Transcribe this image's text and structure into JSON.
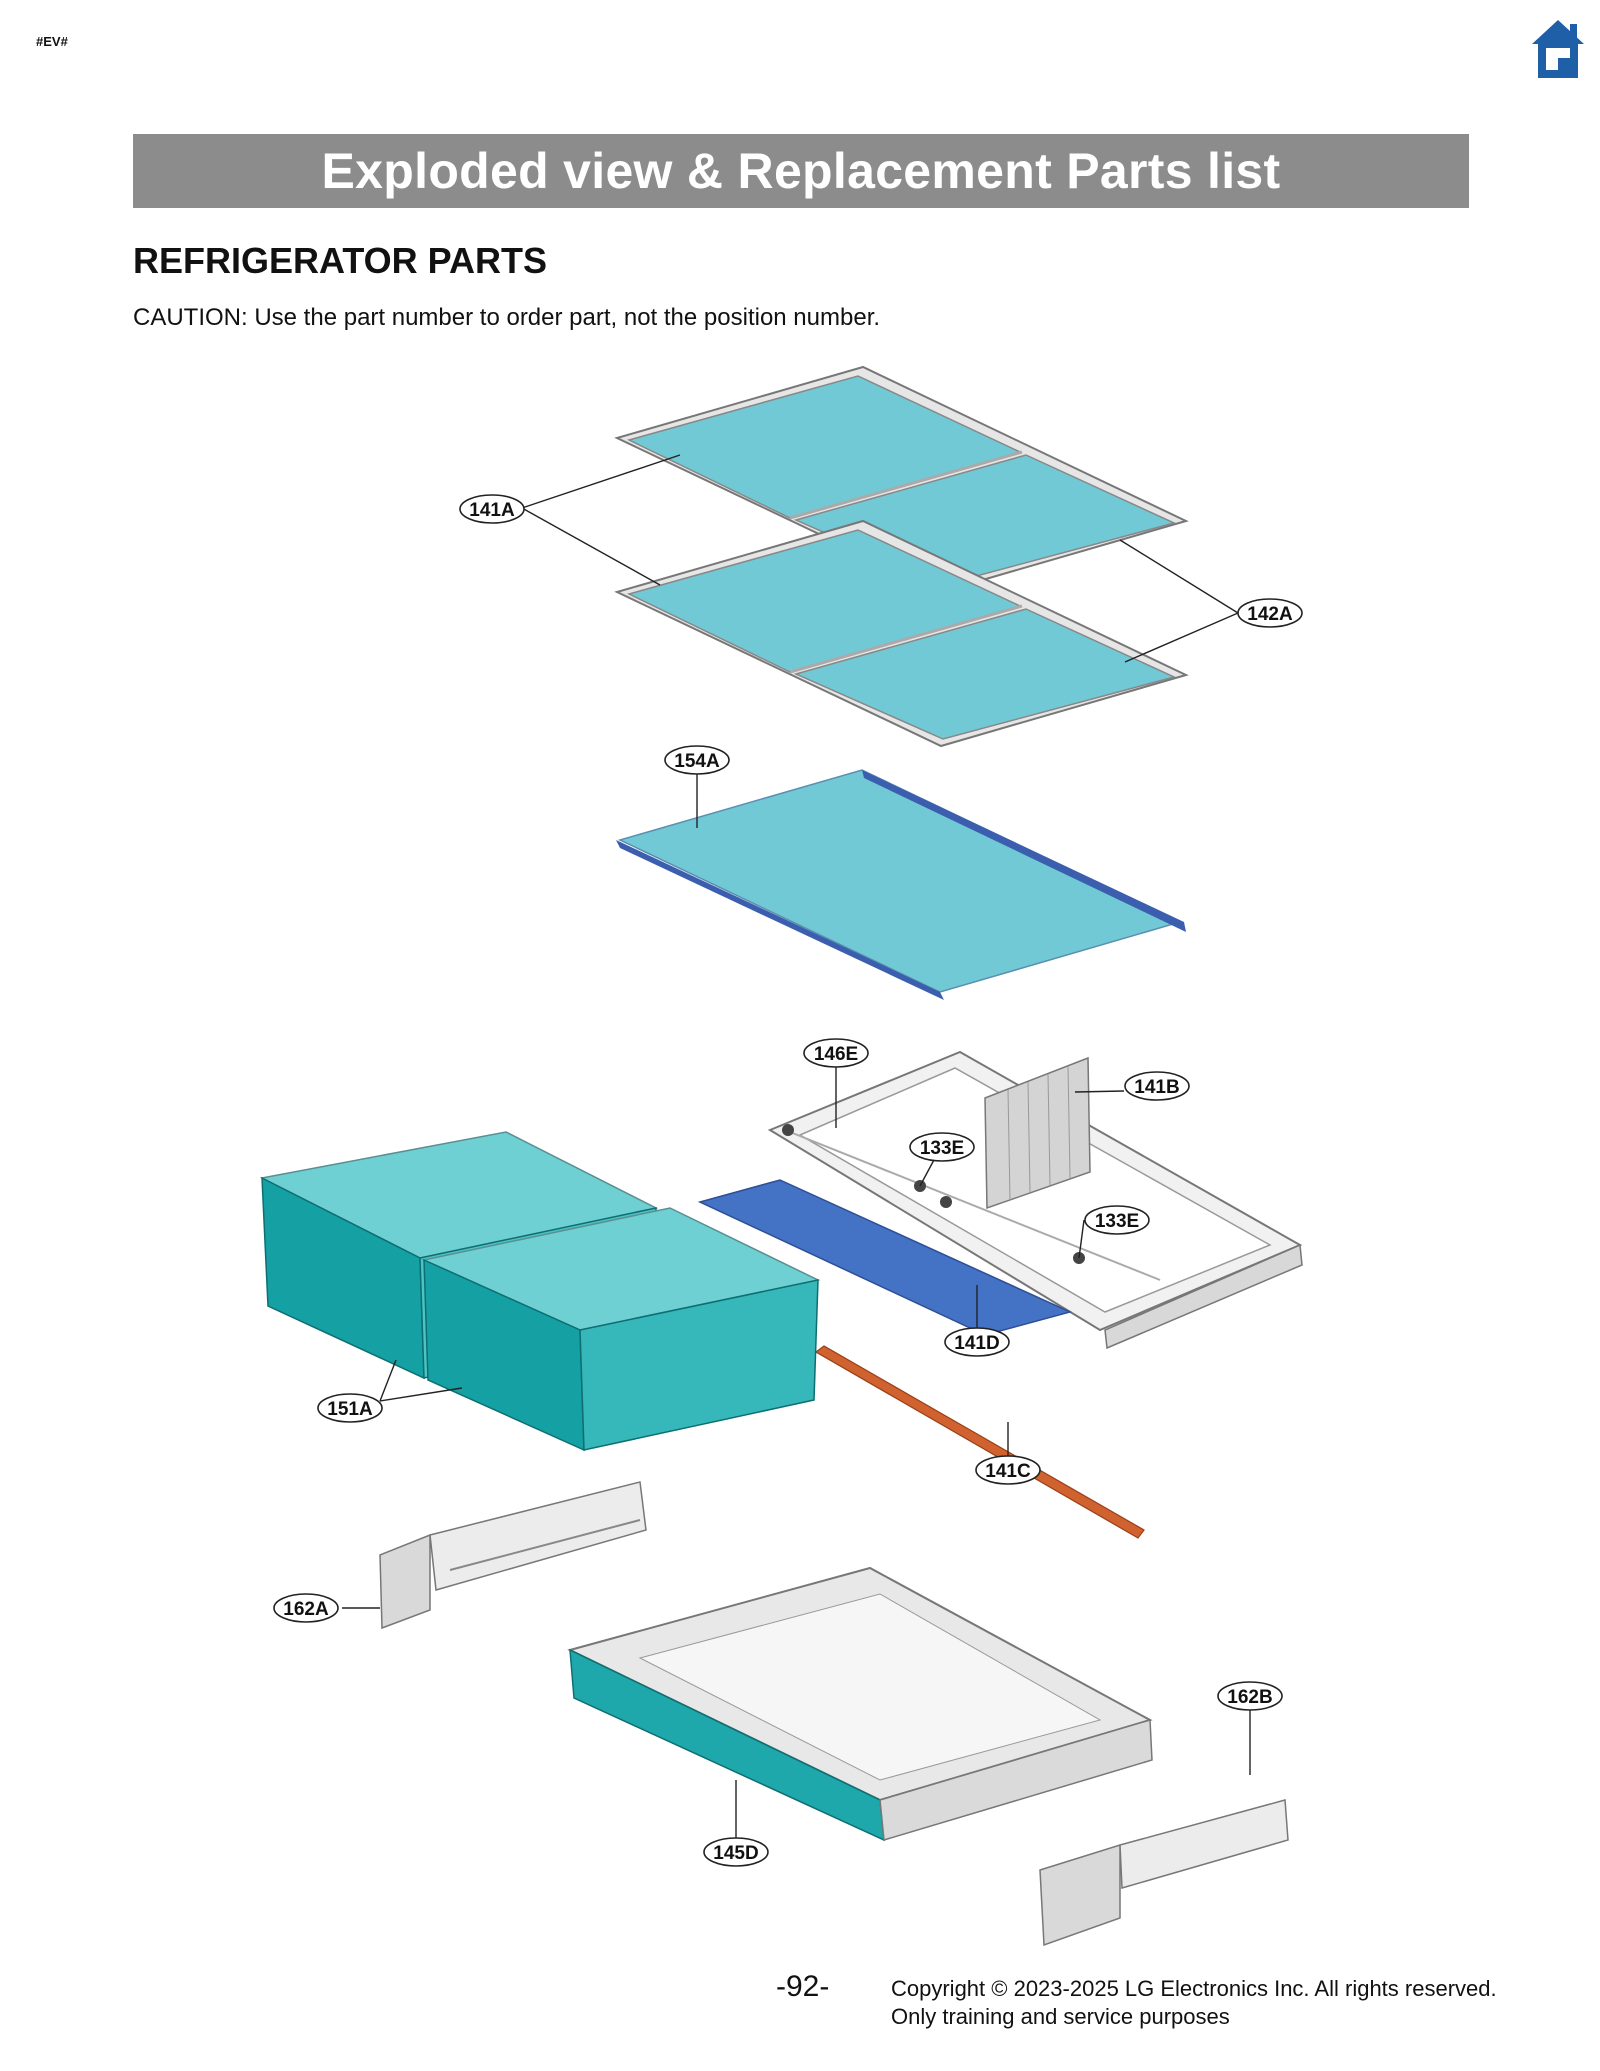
{
  "header": {
    "tag": "#EV#",
    "home_icon": "home-icon",
    "banner_title": "Exploded view & Replacement Parts list"
  },
  "section": {
    "title": "REFRIGERATOR PARTS",
    "caution": "CAUTION: Use the part number to order part, not the position number."
  },
  "callouts": {
    "c141A": "141A",
    "c142A": "142A",
    "c154A": "154A",
    "c146E": "146E",
    "c141B": "141B",
    "c133E_1": "133E",
    "c133E_2": "133E",
    "c151A": "151A",
    "c141D": "141D",
    "c141C": "141C",
    "c162A": "162A",
    "c162B": "162B",
    "c145D": "145D"
  },
  "colors": {
    "banner": "#8c8c8c",
    "glass": "#72c9d6",
    "frame": "#dcdcdc",
    "crisper": "#19a5a8",
    "cover_blue": "#4472c4",
    "rail": "#d0622f",
    "home_icon": "#1f5fa8"
  },
  "footer": {
    "page": "-92-",
    "copyright": "Copyright © 2023-2025 LG Electronics Inc. All rights reserved.",
    "purpose": "Only training and service purposes"
  }
}
